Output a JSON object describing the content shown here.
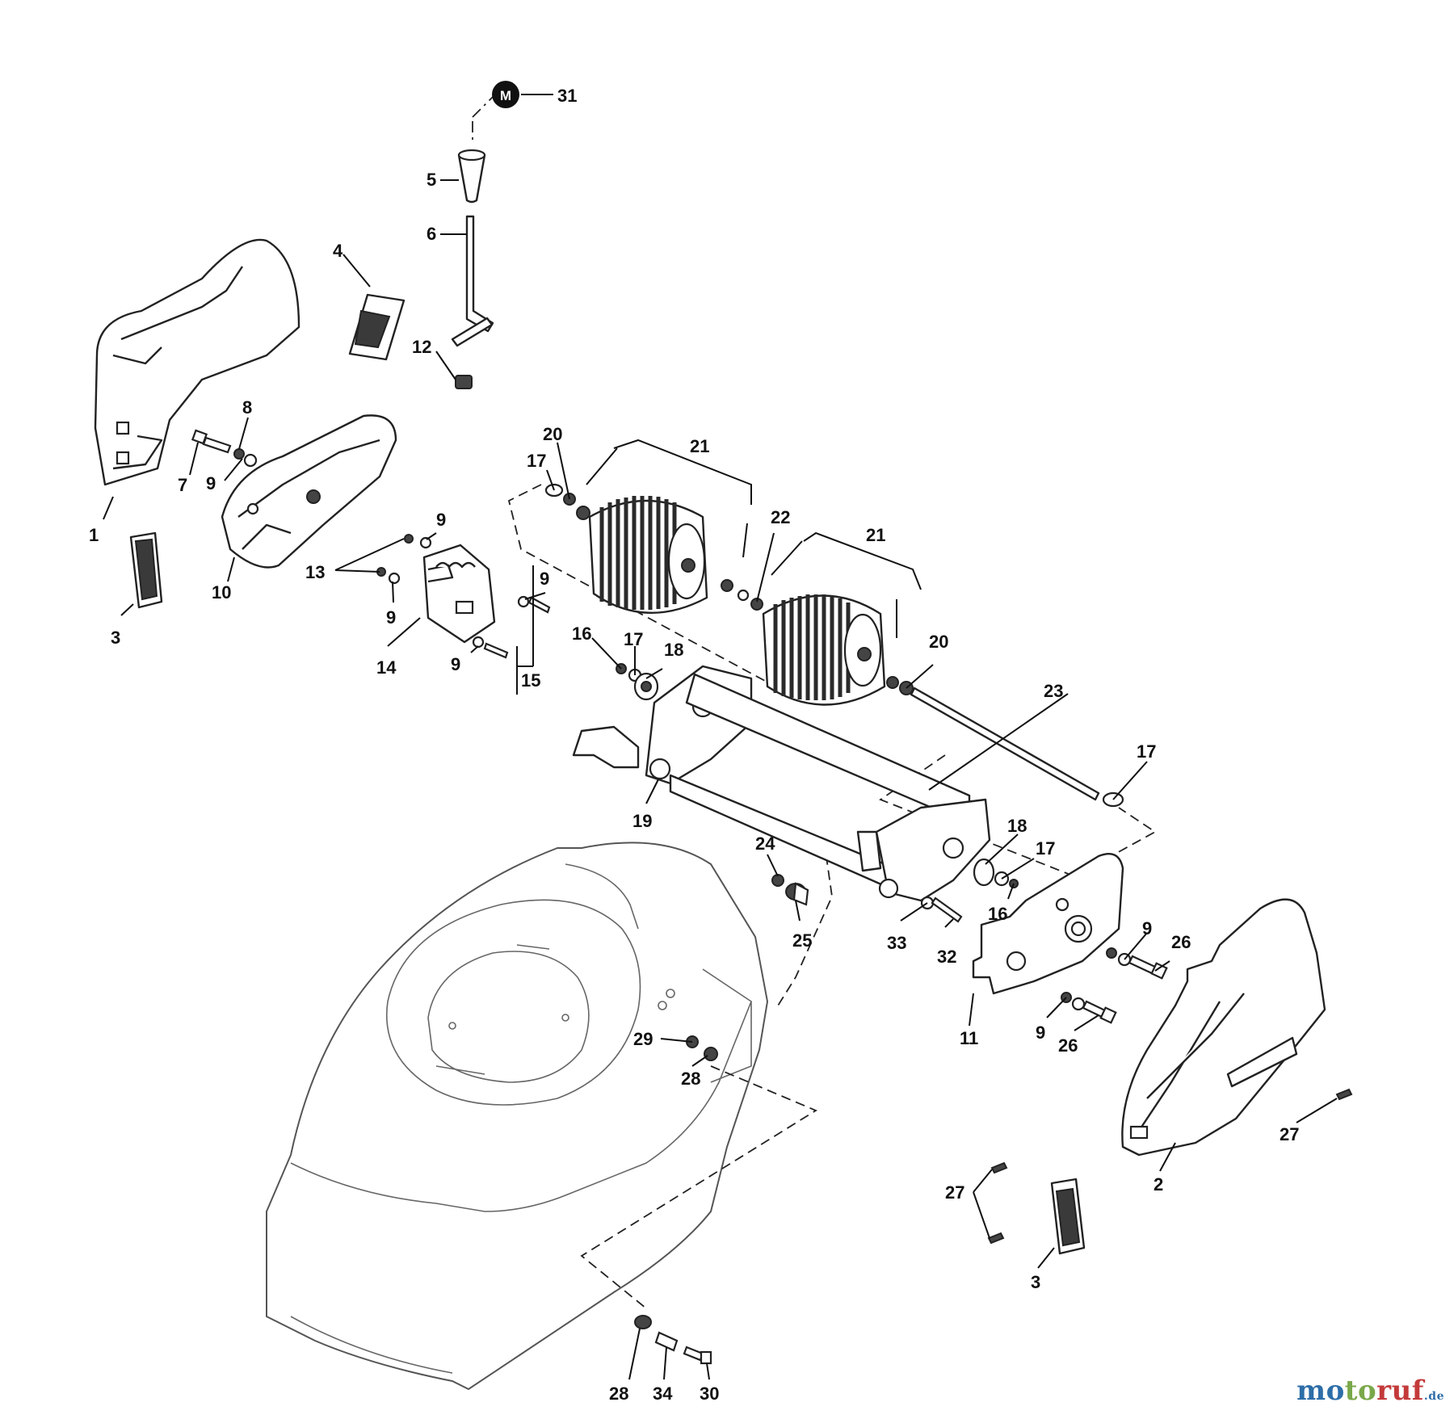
{
  "callouts": [
    {
      "id": "31",
      "text": "31"
    },
    {
      "id": "5",
      "text": "5"
    },
    {
      "id": "6",
      "text": "6"
    },
    {
      "id": "4",
      "text": "4"
    },
    {
      "id": "12",
      "text": "12"
    },
    {
      "id": "1",
      "text": "1"
    },
    {
      "id": "8",
      "text": "8"
    },
    {
      "id": "7",
      "text": "7"
    },
    {
      "id": "9a",
      "text": "9"
    },
    {
      "id": "10",
      "text": "10"
    },
    {
      "id": "3a",
      "text": "3"
    },
    {
      "id": "13",
      "text": "13"
    },
    {
      "id": "9b",
      "text": "9"
    },
    {
      "id": "9c",
      "text": "9"
    },
    {
      "id": "14",
      "text": "14"
    },
    {
      "id": "9d",
      "text": "9"
    },
    {
      "id": "9e",
      "text": "9"
    },
    {
      "id": "15",
      "text": "15"
    },
    {
      "id": "20a",
      "text": "20"
    },
    {
      "id": "17a",
      "text": "17"
    },
    {
      "id": "21a",
      "text": "21"
    },
    {
      "id": "22",
      "text": "22"
    },
    {
      "id": "21b",
      "text": "21"
    },
    {
      "id": "16a",
      "text": "16"
    },
    {
      "id": "17b",
      "text": "17"
    },
    {
      "id": "18a",
      "text": "18"
    },
    {
      "id": "20b",
      "text": "20"
    },
    {
      "id": "23",
      "text": "23"
    },
    {
      "id": "17c",
      "text": "17"
    },
    {
      "id": "19",
      "text": "19"
    },
    {
      "id": "18b",
      "text": "18"
    },
    {
      "id": "17d",
      "text": "17"
    },
    {
      "id": "16b",
      "text": "16"
    },
    {
      "id": "24",
      "text": "24"
    },
    {
      "id": "25",
      "text": "25"
    },
    {
      "id": "33",
      "text": "33"
    },
    {
      "id": "32",
      "text": "32"
    },
    {
      "id": "9f",
      "text": "9"
    },
    {
      "id": "26a",
      "text": "26"
    },
    {
      "id": "9g",
      "text": "9"
    },
    {
      "id": "26b",
      "text": "26"
    },
    {
      "id": "11",
      "text": "11"
    },
    {
      "id": "29",
      "text": "29"
    },
    {
      "id": "28a",
      "text": "28"
    },
    {
      "id": "27a",
      "text": "27"
    },
    {
      "id": "2",
      "text": "2"
    },
    {
      "id": "27b",
      "text": "27"
    },
    {
      "id": "3b",
      "text": "3"
    },
    {
      "id": "28b",
      "text": "28"
    },
    {
      "id": "34",
      "text": "34"
    },
    {
      "id": "30",
      "text": "30"
    }
  ],
  "knob_marker": "M",
  "watermark": {
    "part1": "mo",
    "part2": "to",
    "part3": "ruf",
    "suffix": ".de"
  },
  "icons": [
    "rear-roller-icon",
    "rear-cover-icon",
    "roller-frame-icon",
    "deck-icon"
  ]
}
